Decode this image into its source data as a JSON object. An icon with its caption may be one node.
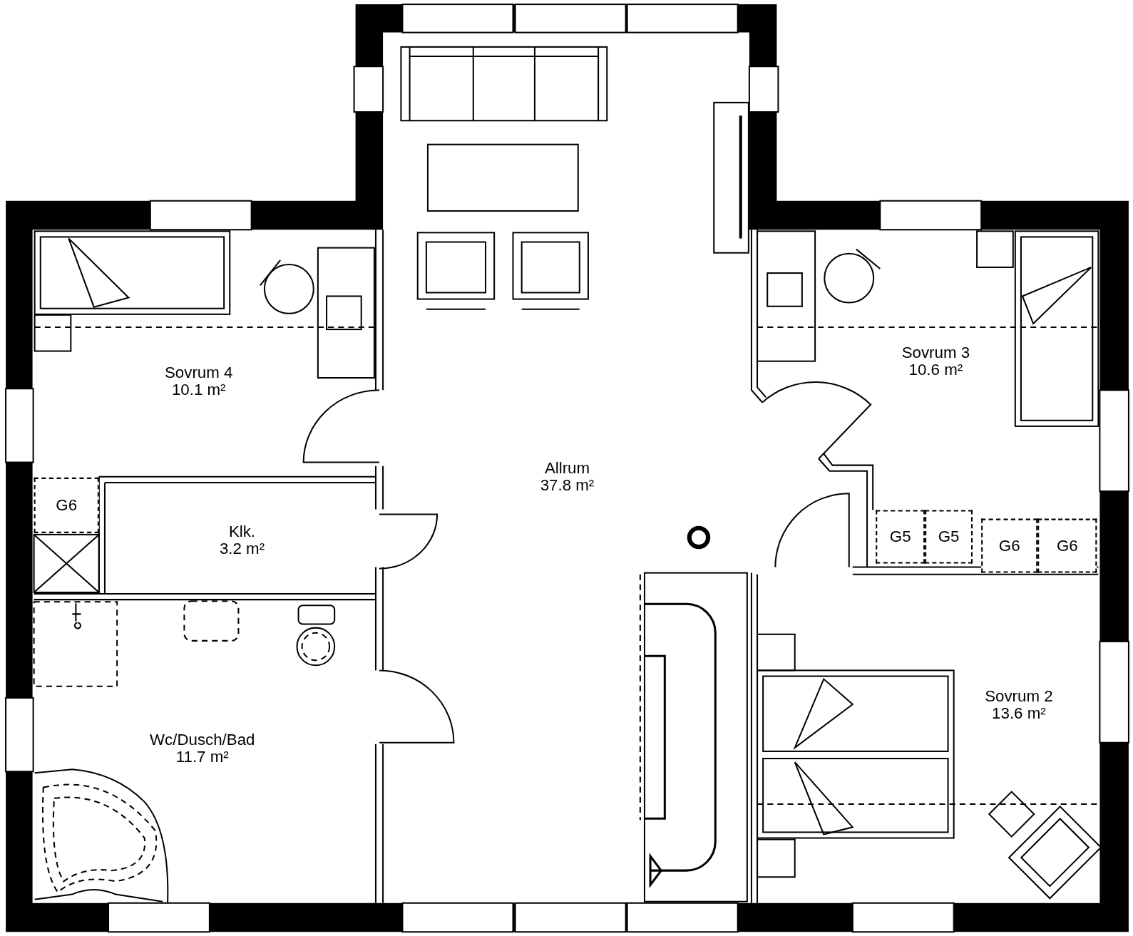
{
  "diagram": {
    "nodes": [
      {
        "text": [
          "Sovrum 3",
          "10.6 m²"
        ]
      },
      {
        "text": [
          "Sovrum 4",
          "10.1 m²"
        ]
      },
      {
        "text": [
          "Allrum",
          "37.8 m²"
        ]
      },
      {
        "text": [
          "G6"
        ]
      },
      {
        "text": [
          "G5"
        ]
      },
      {
        "text": [
          "G5"
        ]
      },
      {
        "text": [
          "Klk.",
          "3.2 m²"
        ]
      },
      {
        "text": [
          "G6"
        ]
      },
      {
        "text": [
          "G6"
        ]
      },
      {
        "text": [
          "Sovrum 2",
          "13.6 m²"
        ]
      },
      {
        "text": [
          "Wc/Dusch/Bad",
          "11.7 m²"
        ]
      }
    ]
  }
}
